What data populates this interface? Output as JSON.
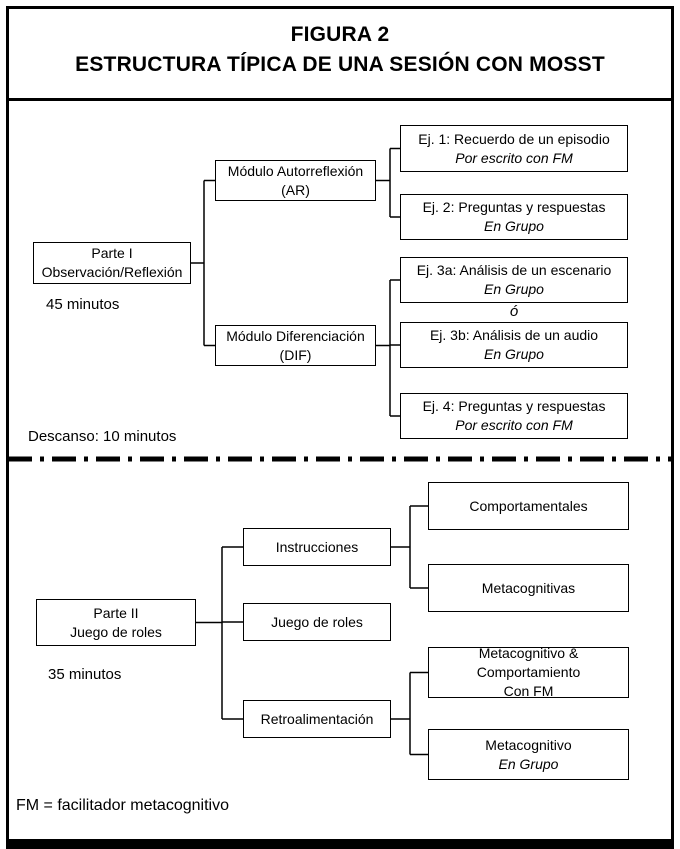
{
  "figure": {
    "title_line1": "FIGURA 2",
    "title_line2": "ESTRUCTURA TÍPICA DE UNA SESIÓN CON MOSST",
    "footnote": "FM = facilitador metacognitivo"
  },
  "part1": {
    "root_line1": "Parte I",
    "root_line2": "Observación/Reflexión",
    "duration": "45 minutos",
    "module_ar_line1": "Módulo Autorreflexión",
    "module_ar_line2": "(AR)",
    "module_dif_line1": "Módulo Diferenciación",
    "module_dif_line2": "(DIF)",
    "ej1_line1": "Ej. 1: Recuerdo de un episodio",
    "ej1_line2": "Por escrito con FM",
    "ej2_line1": "Ej. 2: Preguntas y respuestas",
    "ej2_line2": "En Grupo",
    "ej3a_line1": "Ej. 3a: Análisis de un escenario",
    "ej3a_line2": "En Grupo",
    "or_label": "ó",
    "ej3b_line1": "Ej. 3b: Análisis de un audio",
    "ej3b_line2": "En Grupo",
    "ej4_line1": "Ej. 4: Preguntas y respuestas",
    "ej4_line2": "Por escrito con FM",
    "break_label": "Descanso: 10 minutos"
  },
  "part2": {
    "root_line1": "Parte II",
    "root_line2": "Juego de roles",
    "duration": "35 minutos",
    "stage_instrucciones": "Instrucciones",
    "stage_juego": "Juego de roles",
    "stage_retro": "Retroalimentación",
    "out_comportamentales": "Comportamentales",
    "out_metacognitivas": "Metacognitivas",
    "out_metacomp_line1": "Metacognitivo &amp; Comportamiento",
    "out_metacomp_line1_plain": "Metacognitivo & Comportamiento",
    "out_metacomp_line2": "Con FM",
    "out_metagrupo_line1": "Metacognitivo",
    "out_metagrupo_line2": "En Grupo"
  },
  "colors": {
    "ink": "#000000",
    "background": "#ffffff"
  }
}
